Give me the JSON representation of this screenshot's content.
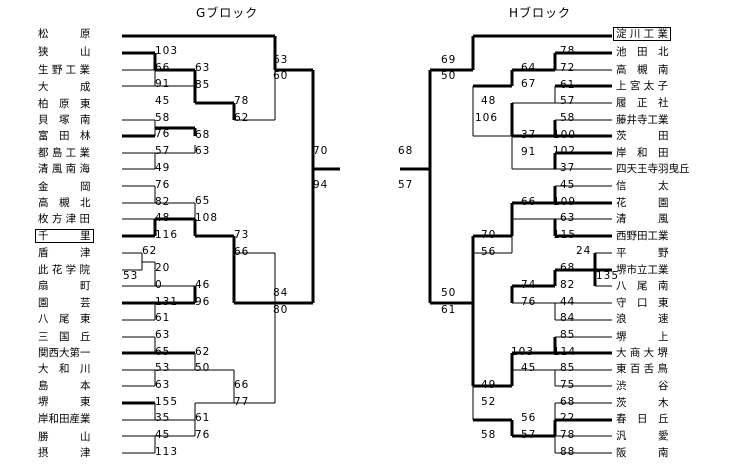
{
  "blocks": {
    "g_title": "Gブロック",
    "h_title": "Hブロック"
  },
  "g_teams": [
    "松　　　原",
    "狭　　　山",
    "生 野 工 業",
    "大　　　成",
    "柏　原　東",
    "貝　塚　南",
    "富　田　林",
    "都 島 工 業",
    "清 風 南 海",
    "金　　　岡",
    "高　槻　北",
    "枚 方 津 田",
    "千　　　里",
    "盾　　　津",
    "此 花 学 院",
    "扇　　　町",
    "園　　　芸",
    "八　尾　東",
    "三　国　丘",
    "関西大第一",
    "大　和　川",
    "島　　　本",
    "堺　　　東",
    "岸和田産業",
    "勝　　　山",
    "摂　　　津"
  ],
  "h_teams": [
    "淀 川 工 業",
    "池　田　北",
    "高　槻　南",
    "上 宮 太 子",
    "履　正　社",
    "藤井寺工業",
    "茨　　　田",
    "岸　和　田",
    "四天王寺羽曳丘",
    "信　　　太",
    "花　　　園",
    "清　　　風",
    "西野田工業",
    "平　　　野",
    "堺市立工業",
    "八　尾　南",
    "守　口　東",
    "浪　　　速",
    "堺　　　上",
    "大 商 大 堺",
    "東 百 舌 鳥",
    "渋　　　谷",
    "茨　　　木",
    "春　日　丘",
    "汎　　　愛",
    "阪　　　南"
  ],
  "g_scores": [
    "103",
    "66",
    "91",
    "45",
    "63",
    "85",
    "58",
    "76",
    "57",
    "49",
    "68",
    "63",
    "78",
    "62",
    "63",
    "60",
    "76",
    "82",
    "48",
    "116",
    "62",
    "20",
    "53",
    "0",
    "131",
    "61",
    "65",
    "108",
    "46",
    "96",
    "73",
    "66",
    "63",
    "65",
    "53",
    "63",
    "155",
    "35",
    "45",
    "113",
    "62",
    "50",
    "61",
    "76",
    "66",
    "77",
    "84",
    "80",
    "70",
    "94"
  ],
  "h_scores": [
    "68",
    "57",
    "69",
    "50",
    "78",
    "72",
    "64",
    "67",
    "61",
    "57",
    "48",
    "106",
    "58",
    "100",
    "37",
    "102",
    "37",
    "91",
    "45",
    "109",
    "63",
    "115",
    "66",
    "70",
    "56",
    "24",
    "68",
    "135",
    "82",
    "74",
    "44",
    "76",
    "84",
    "50",
    "61",
    "85",
    "114",
    "103",
    "85",
    "75",
    "45",
    "49",
    "52",
    "68",
    "22",
    "56",
    "78",
    "57",
    "88",
    "58"
  ]
}
